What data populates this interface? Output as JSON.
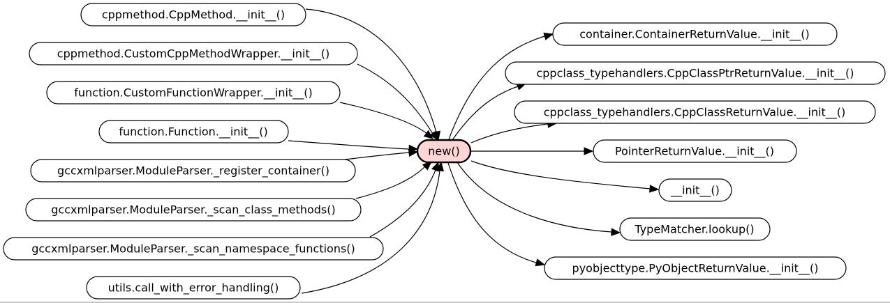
{
  "center": {
    "label": "new()",
    "fill": "#ffd6d6"
  },
  "callers": [
    {
      "label": "cppmethod.CppMethod.__init__()"
    },
    {
      "label": "cppmethod.CustomCppMethodWrapper.__init__()"
    },
    {
      "label": "function.CustomFunctionWrapper.__init__()"
    },
    {
      "label": "function.Function.__init__()"
    },
    {
      "label": "gccxmlparser.ModuleParser._register_container()"
    },
    {
      "label": "gccxmlparser.ModuleParser._scan_class_methods()"
    },
    {
      "label": "gccxmlparser.ModuleParser._scan_namespace_functions()"
    },
    {
      "label": "utils.call_with_error_handling()"
    }
  ],
  "callees": [
    {
      "label": "container.ContainerReturnValue.__init__()"
    },
    {
      "label": "cppclass_typehandlers.CppClassPtrReturnValue.__init__()"
    },
    {
      "label": "cppclass_typehandlers.CppClassReturnValue.__init__()"
    },
    {
      "label": "PointerReturnValue.__init__()"
    },
    {
      "label": "__init__()"
    },
    {
      "label": "TypeMatcher.lookup()"
    },
    {
      "label": "pyobjecttype.PyObjectReturnValue.__init__()"
    }
  ]
}
